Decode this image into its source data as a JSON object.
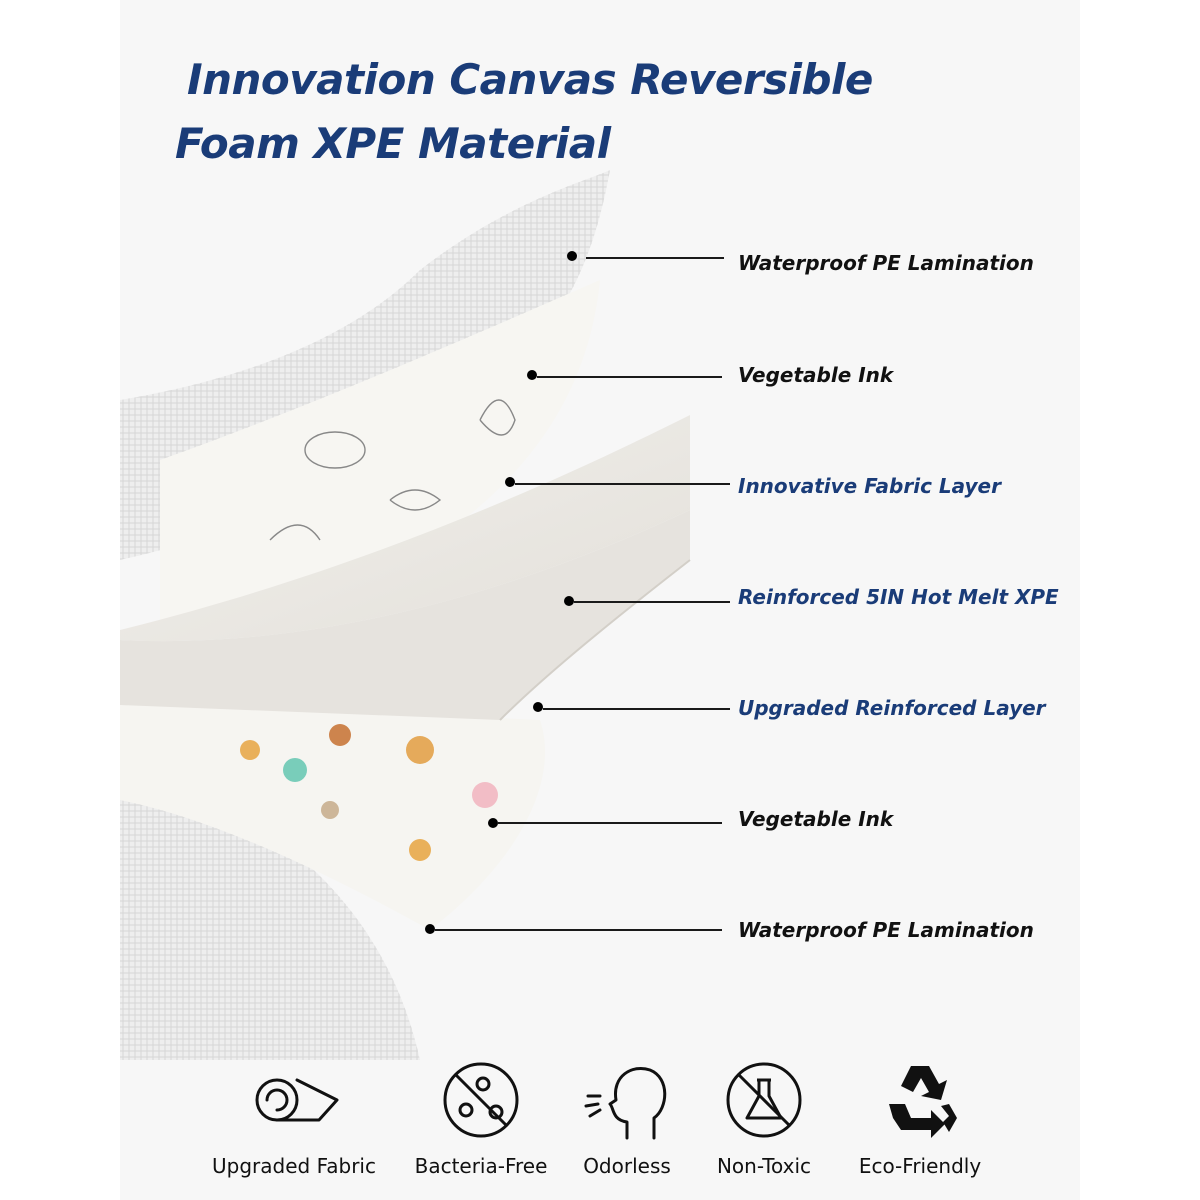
{
  "title": {
    "line1": "Innovation Canvas Reversible",
    "line2": "Foam XPE Material"
  },
  "layers": [
    {
      "label": "Waterproof PE Lamination"
    },
    {
      "label": "Vegetable Ink"
    },
    {
      "label": "Innovative Fabric Layer"
    },
    {
      "label": "Reinforced 5IN Hot Melt XPE"
    },
    {
      "label": "Upgraded Reinforced Layer"
    },
    {
      "label": "Vegetable Ink"
    },
    {
      "label": "Waterproof PE Lamination"
    }
  ],
  "features": [
    {
      "label": "Upgraded Fabric",
      "icon": "fabric-roll-icon"
    },
    {
      "label": "Bacteria-Free",
      "icon": "no-bacteria-icon"
    },
    {
      "label": "Odorless",
      "icon": "odorless-face-icon"
    },
    {
      "label": "Non-Toxic",
      "icon": "no-chemical-flask-icon"
    },
    {
      "label": "Eco-Friendly",
      "icon": "recycle-icon"
    }
  ],
  "colors": {
    "title": "#1a3c78",
    "label_dark": "#111111",
    "label_blue": "#1a3c78",
    "foam": "#e9e6e1",
    "foam_edge": "#d8d4ce",
    "mesh": "#e4e4e4"
  }
}
